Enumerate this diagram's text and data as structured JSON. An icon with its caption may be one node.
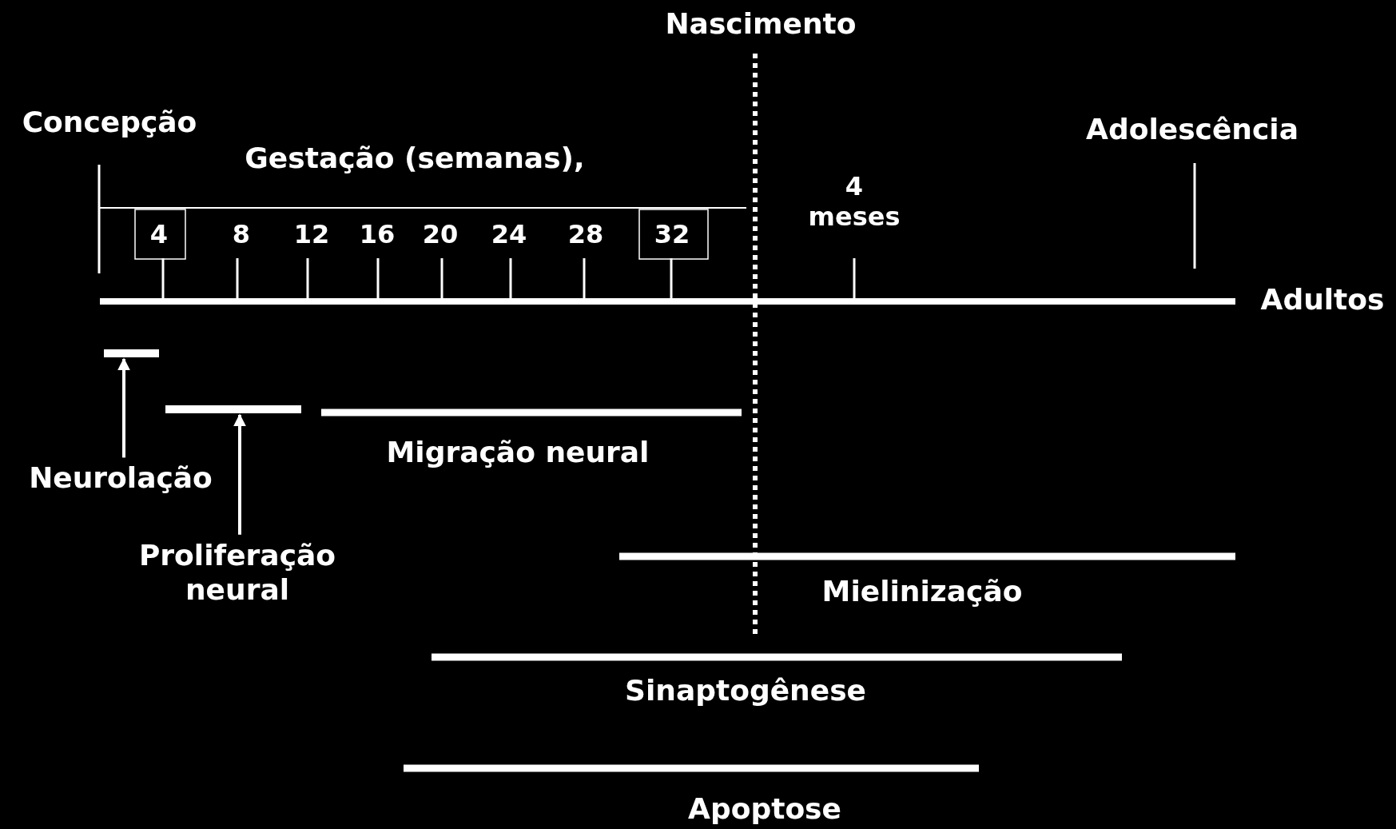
{
  "diagram": {
    "nodes": [
      {
        "text": [
          "Neurolação"
        ]
      },
      {
        "text": [],
        "shape": "bar"
      },
      {
        "text": [
          "Proliferação neural"
        ]
      },
      {
        "text": [],
        "shape": "bar"
      }
    ],
    "edges": [
      {
        "from": 0,
        "to": 1,
        "arrow": "to"
      },
      {
        "from": 2,
        "to": 3,
        "arrow": "to"
      }
    ],
    "labels": [
      "Nascimento",
      "Concepção",
      "Adolescência",
      "Gestação (semanas),",
      "4 meses",
      "4",
      "8",
      "12",
      "16",
      "20",
      "24",
      "28",
      "32",
      "Adultos",
      "Migração neural",
      "Mielinização",
      "Sinaptogênese",
      "Apoptose"
    ]
  }
}
